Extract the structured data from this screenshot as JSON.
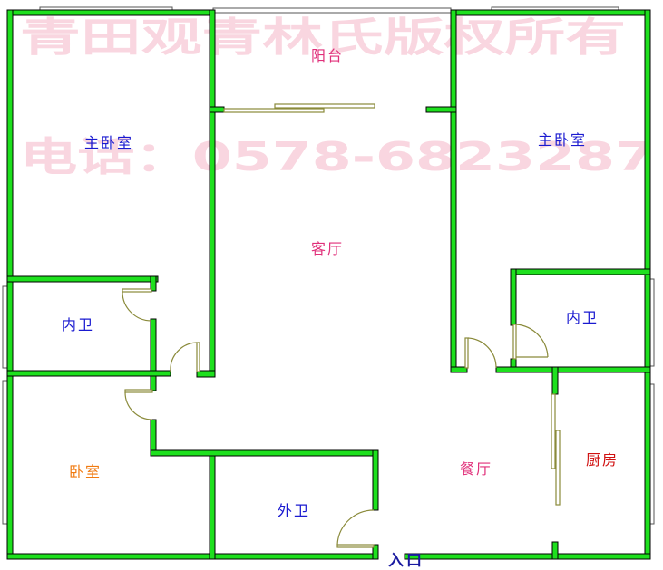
{
  "watermark": {
    "line1": "青田观青林氏版权所有",
    "line2": "电话：0578-6823287"
  },
  "rooms": {
    "balcony": {
      "label": "阳台",
      "color": "#e0307a"
    },
    "master_bedroom_left": {
      "label": "主卧室",
      "color": "#1a1ad0"
    },
    "master_bedroom_right": {
      "label": "主卧室",
      "color": "#1a1ad0"
    },
    "living_room": {
      "label": "客厅",
      "color": "#e0307a"
    },
    "ensuite_left": {
      "label": "内卫",
      "color": "#1a1ad0"
    },
    "ensuite_right": {
      "label": "内卫",
      "color": "#1a1ad0"
    },
    "bedroom": {
      "label": "卧室",
      "color": "#f07a10"
    },
    "dining_room": {
      "label": "餐厅",
      "color": "#e0307a"
    },
    "kitchen": {
      "label": "厨房",
      "color": "#d01010"
    },
    "guest_bathroom": {
      "label": "外卫",
      "color": "#1a1ad0"
    }
  },
  "entrance": {
    "label": "入口"
  },
  "colors": {
    "wall": "#1ee01e",
    "door": "#8a8a3a"
  }
}
